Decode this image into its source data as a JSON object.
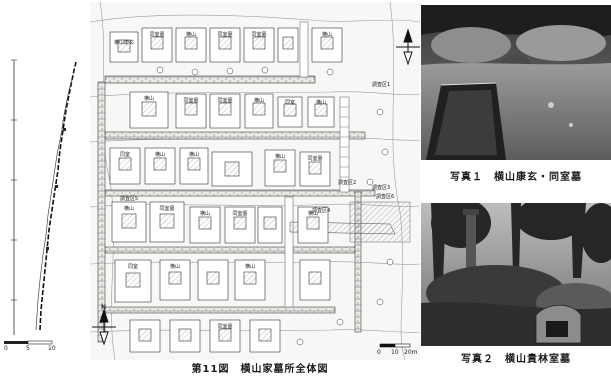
{
  "figure": {
    "caption": "第11図　横山家墓所全体図",
    "north_label": "N",
    "scale": {
      "label_0": "0",
      "label_mid": "10",
      "label_end": "20m"
    },
    "side_scale": {
      "marks": [
        "0",
        "5",
        "10"
      ]
    },
    "plan_labels": {
      "tomb_1": "横山康玄",
      "tomb_2": "同室墓",
      "tomb_3": "横山",
      "tomb_4": "同室墓",
      "tomb_5": "同室墓",
      "tomb_6": "横山",
      "tomb_7": "横山",
      "tomb_8": "同室墓",
      "tomb_9": "同室墓",
      "tomb_10": "横山",
      "tomb_11": "同室",
      "tomb_12": "横山",
      "tomb_13": "同室",
      "tomb_14": "横山",
      "tomb_15": "横山",
      "tomb_16": "横山",
      "tomb_17": "同室墓",
      "tomb_18": "横山",
      "tomb_19": "同室墓",
      "tomb_20": "横山",
      "tomb_21": "同室墓",
      "tomb_22": "横山",
      "tomb_23": "同室",
      "tomb_24": "横山",
      "tomb_25": "横山",
      "tomb_26": "同室墓",
      "survey_1": "調査区1",
      "survey_2": "調査区2",
      "survey_3": "調査区3",
      "survey_4": "調査区4",
      "survey_5": "調査区5",
      "survey_6": "調査区6"
    }
  },
  "photos": [
    {
      "caption": "写真１　横山康玄・同室墓"
    },
    {
      "caption": "写真２　横山貴林室墓"
    }
  ],
  "colors": {
    "ink": "#1a1a1a",
    "photo_dark": "#2b2b2b",
    "photo_mid": "#6f6f6f",
    "photo_light": "#bdbdbd"
  }
}
